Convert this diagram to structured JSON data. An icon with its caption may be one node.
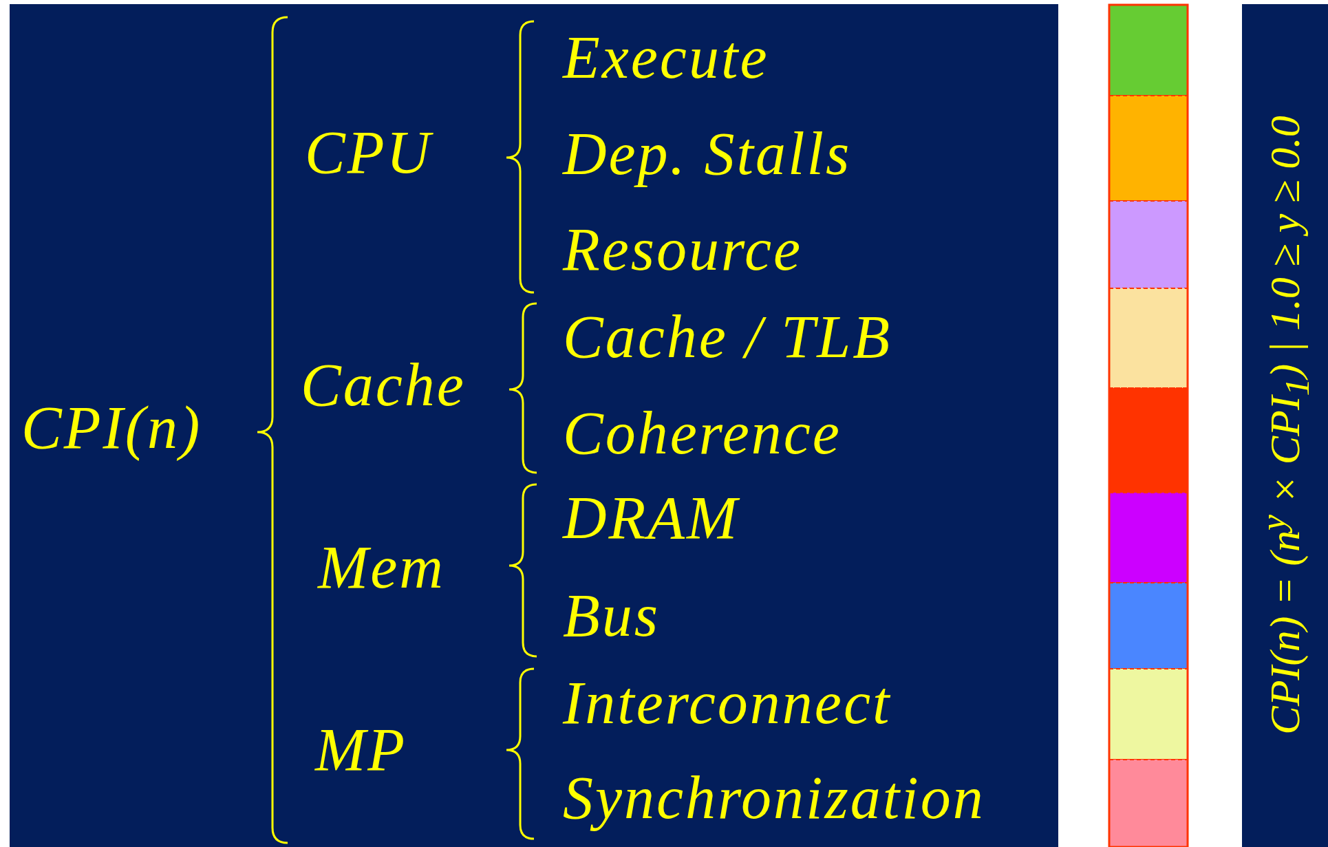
{
  "diagram": {
    "labels": [
      "CPI(n)",
      "CPU",
      "Cache",
      "Mem",
      "MP",
      "Execute",
      "Dep. Stalls",
      "Resource",
      "Cache / TLB",
      "Coherence",
      "DRAM",
      "Bus",
      "Interconnect",
      "Synchronization",
      "CPI(n) = (n$^{y}$ × CPI$_{1}$) | 1.0 ≥ y ≥ 0.0"
    ]
  }
}
